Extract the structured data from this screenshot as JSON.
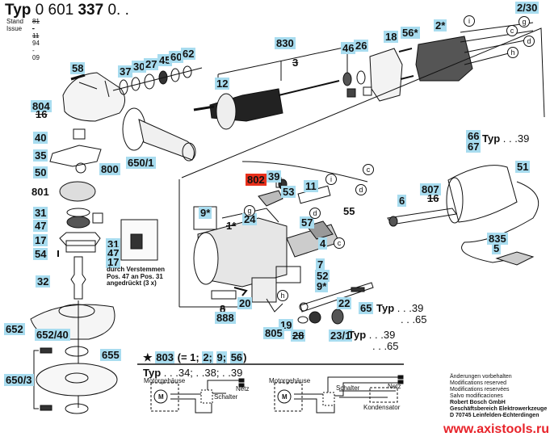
{
  "header": {
    "typ_word": "Typ",
    "typ_number_prefix": "0 601",
    "typ_number_bold": "337",
    "typ_number_suffix": "0. .",
    "stand_label": "Stand",
    "issue_label": "Issue",
    "stand_value": "81 - 11",
    "issue_value": "94 - 09"
  },
  "colors": {
    "label_highlight": "#a8dcef",
    "label_special": "#e8301c",
    "url": "#e8232a"
  },
  "part_labels": [
    {
      "id": "58",
      "style": "hl"
    },
    {
      "id": "37",
      "style": "hl"
    },
    {
      "id": "30",
      "style": "hl"
    },
    {
      "id": "27",
      "style": "hl"
    },
    {
      "id": "45",
      "style": "hl"
    },
    {
      "id": "60",
      "style": "hl"
    },
    {
      "id": "62",
      "style": "hl"
    },
    {
      "id": "804",
      "style": "hl"
    },
    {
      "id": "16",
      "style": "plain-struck"
    },
    {
      "id": "40",
      "style": "hl"
    },
    {
      "id": "35",
      "style": "hl"
    },
    {
      "id": "50",
      "style": "hl"
    },
    {
      "id": "800",
      "style": "hl"
    },
    {
      "id": "650/1",
      "style": "hl"
    },
    {
      "id": "801",
      "style": "plain"
    },
    {
      "id": "31",
      "style": "hl"
    },
    {
      "id": "47",
      "style": "hl"
    },
    {
      "id": "17",
      "style": "hl"
    },
    {
      "id": "54",
      "style": "hl"
    },
    {
      "id": "32",
      "style": "hl"
    },
    {
      "id": "652",
      "style": "hl"
    },
    {
      "id": "652/40",
      "style": "hl"
    },
    {
      "id": "655",
      "style": "hl"
    },
    {
      "id": "650/3",
      "style": "hl"
    },
    {
      "id": "830",
      "style": "hl"
    },
    {
      "id": "3",
      "style": "plain-struck"
    },
    {
      "id": "12",
      "style": "hl"
    },
    {
      "id": "46",
      "style": "hl"
    },
    {
      "id": "26",
      "style": "hl"
    },
    {
      "id": "18",
      "style": "hl"
    },
    {
      "id": "56*",
      "style": "hl"
    },
    {
      "id": "2*",
      "style": "hl"
    },
    {
      "id": "2/30",
      "style": "hl"
    },
    {
      "id": "802",
      "style": "red"
    },
    {
      "id": "39",
      "style": "hl"
    },
    {
      "id": "53",
      "style": "hl"
    },
    {
      "id": "11",
      "style": "hl"
    },
    {
      "id": "9*",
      "style": "hl"
    },
    {
      "id": "1*",
      "style": "plain-struck"
    },
    {
      "id": "24",
      "style": "hl"
    },
    {
      "id": "57",
      "style": "hl"
    },
    {
      "id": "55",
      "style": "plain"
    },
    {
      "id": "4",
      "style": "hl"
    },
    {
      "id": "6",
      "style": "hl"
    },
    {
      "id": "807",
      "style": "hl"
    },
    {
      "id": "16",
      "style": "plain-struck"
    },
    {
      "id": "66",
      "style": "hl"
    },
    {
      "id": "67",
      "style": "hl"
    },
    {
      "id": "51",
      "style": "hl"
    },
    {
      "id": "835",
      "style": "hl"
    },
    {
      "id": "5",
      "style": "hl"
    },
    {
      "id": "7",
      "style": "hl"
    },
    {
      "id": "52",
      "style": "hl"
    },
    {
      "id": "9*",
      "style": "hl"
    },
    {
      "id": "8",
      "style": "plain-struck"
    },
    {
      "id": "888",
      "style": "hl"
    },
    {
      "id": "20",
      "style": "hl"
    },
    {
      "id": "22",
      "style": "hl"
    },
    {
      "id": "65",
      "style": "hl"
    },
    {
      "id": "19",
      "style": "hl"
    },
    {
      "id": "805",
      "style": "hl"
    },
    {
      "id": "28",
      "style": "hl-struck"
    },
    {
      "id": "23/1",
      "style": "hl"
    },
    {
      "id": "31",
      "style": "hl"
    },
    {
      "id": "47",
      "style": "hl"
    },
    {
      "id": "17",
      "style": "hl"
    }
  ],
  "wire_markers": [
    "i",
    "g",
    "c",
    "d",
    "h",
    "g",
    "i",
    "c",
    "d",
    "c",
    "d",
    "h"
  ],
  "typ_notes": {
    "typ_66_67": {
      "word": "Typ",
      "value": ". . .39"
    },
    "typ_65": {
      "word": "Typ",
      "line1": ". . .39",
      "line2": ". . .65"
    },
    "typ_23_1": {
      "word": "Typ",
      "line1": ". . .39",
      "line2": ". . .65"
    }
  },
  "detail_note": {
    "line1": "durch Verstemmen",
    "line2": "Pos. 47 an Pos. 31",
    "line3": "angedrückt (3 x)"
  },
  "kit_803": {
    "star": "★",
    "id": "803",
    "open": "(= 1;",
    "parts": [
      "2;",
      "9;",
      "56"
    ],
    "close": ")"
  },
  "wiring": {
    "left": {
      "typ_word": "Typ",
      "typ_values": ". . .34; . .38; . .39",
      "motor_housing": "Motorgehäuse",
      "motor": "M",
      "switch": "Schalter",
      "mains": "Netz"
    },
    "right": {
      "motor_housing": "Motorgehäuse",
      "motor": "M",
      "switch": "Schalter",
      "mains": "Netz",
      "capacitor": "Kondensator"
    }
  },
  "legal": {
    "lines": [
      "Änderungen vorbehalten",
      "Modifications reserved",
      "Modifications reservées",
      "Salvo modificaciones"
    ],
    "company": "Robert Bosch GmbH",
    "division": "Geschäftsbereich Elektrowerkzeuge",
    "address": "D 70745 Leinfelden-Echterdingen"
  },
  "watermark_url": "www.axistools.ru"
}
